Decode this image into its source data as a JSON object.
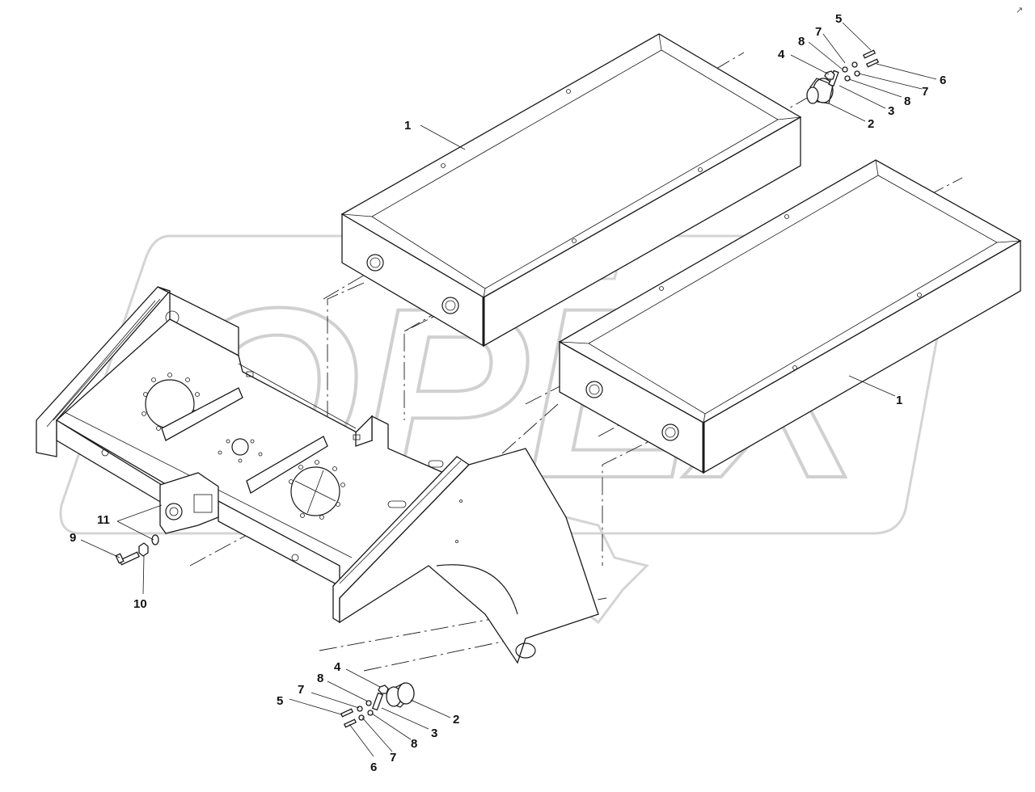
{
  "watermark": {
    "text": "OPEX",
    "color": "#d0d0d0"
  },
  "corner_mark": "↗",
  "callouts": [
    {
      "id": "tank-right",
      "label": "1"
    },
    {
      "id": "tank-front",
      "label": "1"
    },
    {
      "id": "bushing-top",
      "label": "2"
    },
    {
      "id": "plate-top",
      "label": "3"
    },
    {
      "id": "nut-top",
      "label": "4"
    },
    {
      "id": "bolt-top",
      "label": "5"
    },
    {
      "id": "washer6-top",
      "label": "6"
    },
    {
      "id": "washer7a-top",
      "label": "7"
    },
    {
      "id": "washer7b-top",
      "label": "7"
    },
    {
      "id": "washer8a-top",
      "label": "8"
    },
    {
      "id": "washer8b-top",
      "label": "8"
    },
    {
      "id": "bushing-bottom",
      "label": "2"
    },
    {
      "id": "plate-bottom",
      "label": "3"
    },
    {
      "id": "nut-bottom",
      "label": "4"
    },
    {
      "id": "bolt-bottom",
      "label": "5"
    },
    {
      "id": "washer6-bottom",
      "label": "6"
    },
    {
      "id": "washer7a-bottom",
      "label": "7"
    },
    {
      "id": "washer7b-bottom",
      "label": "7"
    },
    {
      "id": "washer8a-bottom",
      "label": "8"
    },
    {
      "id": "washer8b-bottom",
      "label": "8"
    },
    {
      "id": "frame-bolt",
      "label": "9"
    },
    {
      "id": "frame-nut",
      "label": "10"
    },
    {
      "id": "frame-washer",
      "label": "11"
    }
  ]
}
